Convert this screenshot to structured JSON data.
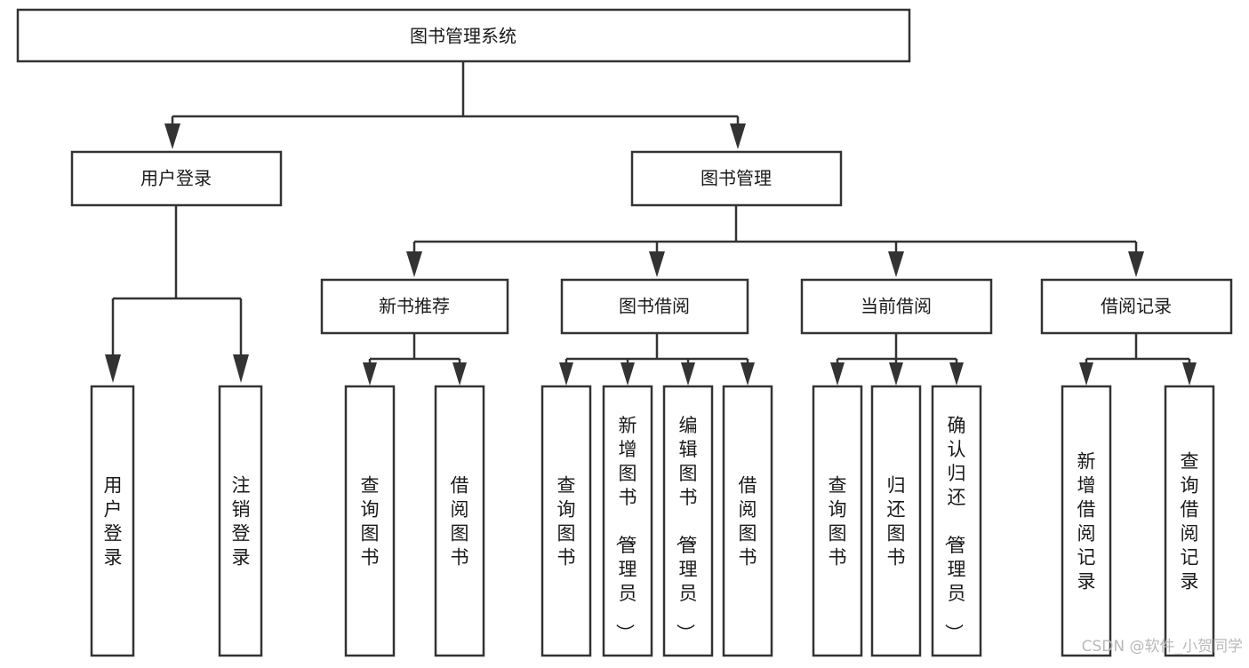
{
  "diagram": {
    "type": "tree-hierarchy-diagram",
    "title": "图书管理系统",
    "root": {
      "label": "图书管理系统",
      "id": "root"
    },
    "level2": [
      {
        "id": "user-login",
        "label": "用户登录"
      },
      {
        "id": "book-management",
        "label": "图书管理"
      }
    ],
    "level3": [
      {
        "id": "new-book-recommend",
        "label": "新书推荐",
        "parent": "book-management"
      },
      {
        "id": "book-borrow",
        "label": "图书借阅",
        "parent": "book-management"
      },
      {
        "id": "current-borrow",
        "label": "当前借阅",
        "parent": "book-management"
      },
      {
        "id": "borrow-record",
        "label": "借阅记录",
        "parent": "book-management"
      }
    ],
    "leaves": [
      {
        "id": "leaf-user-login",
        "label": "用户登录",
        "parent": "user-login"
      },
      {
        "id": "leaf-logout-login",
        "label": "注销登录",
        "parent": "user-login"
      },
      {
        "id": "leaf-query-book-1",
        "label": "查询图书",
        "parent": "new-book-recommend"
      },
      {
        "id": "leaf-borrow-book-1",
        "label": "借阅图书",
        "parent": "new-book-recommend"
      },
      {
        "id": "leaf-query-book-2",
        "label": "查询图书",
        "parent": "book-borrow"
      },
      {
        "id": "leaf-add-book",
        "label": "新增图书（管理员）",
        "parent": "book-borrow"
      },
      {
        "id": "leaf-edit-book",
        "label": "编辑图书（管理员）",
        "parent": "book-borrow"
      },
      {
        "id": "leaf-borrow-book-2",
        "label": "借阅图书",
        "parent": "book-borrow"
      },
      {
        "id": "leaf-query-book-3",
        "label": "查询图书",
        "parent": "current-borrow"
      },
      {
        "id": "leaf-return-book",
        "label": "归还图书",
        "parent": "current-borrow"
      },
      {
        "id": "leaf-confirm-return",
        "label": "确认归还（管理员）",
        "parent": "current-borrow"
      },
      {
        "id": "leaf-add-record",
        "label": "新增借阅记录",
        "parent": "borrow-record"
      },
      {
        "id": "leaf-query-record",
        "label": "查询借阅记录",
        "parent": "borrow-record"
      }
    ],
    "watermark": "CSDN @软件_小贺同学",
    "colors": {
      "box_stroke": "#333333",
      "box_fill": "#ffffff",
      "text": "#1a1a1a",
      "background": "#ffffff",
      "watermark": "#b9b9b9"
    }
  }
}
